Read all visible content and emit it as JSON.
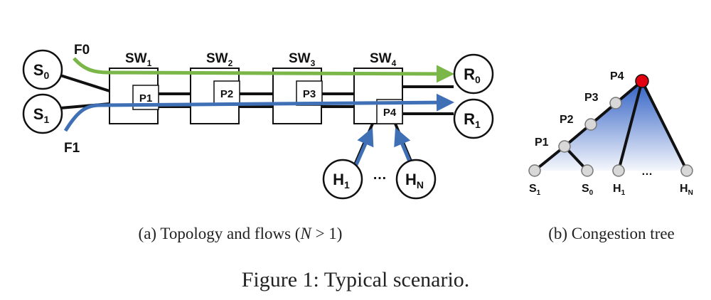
{
  "topology": {
    "hosts_left": [
      {
        "id": "s0",
        "label": "S",
        "sub": "0"
      },
      {
        "id": "s1",
        "label": "S",
        "sub": "1"
      }
    ],
    "hosts_right": [
      {
        "id": "r0",
        "label": "R",
        "sub": "0"
      },
      {
        "id": "r1",
        "label": "R",
        "sub": "1"
      }
    ],
    "hosts_bottom": [
      {
        "id": "h1",
        "label": "H",
        "sub": "1"
      },
      {
        "id": "hn",
        "label": "H",
        "sub": "N"
      }
    ],
    "hosts_ellipsis": "…",
    "switches": [
      {
        "label": "SW",
        "sub": "1",
        "port": "P1"
      },
      {
        "label": "SW",
        "sub": "2",
        "port": "P2"
      },
      {
        "label": "SW",
        "sub": "3",
        "port": "P3"
      },
      {
        "label": "SW",
        "sub": "4",
        "port": "P4"
      }
    ],
    "flows": [
      {
        "label": "F0",
        "color": "#7ab648"
      },
      {
        "label": "F1",
        "color": "#3f6fb5"
      }
    ],
    "caption": "(a)  Topology and flows (",
    "caption_var": "N",
    "caption_tail": " > 1)"
  },
  "tree": {
    "ports": [
      "P4",
      "P3",
      "P2",
      "P1"
    ],
    "leaves": [
      {
        "label": "S",
        "sub": "1"
      },
      {
        "label": "S",
        "sub": "0"
      },
      {
        "label": "H",
        "sub": "1"
      },
      {
        "label": "H",
        "sub": "N"
      }
    ],
    "ellipsis": "…",
    "root_color": "#e3000f",
    "fill_color": "#2f5fc4",
    "caption": "(b)  Congestion tree"
  },
  "figure_caption": "Figure 1: Typical scenario."
}
